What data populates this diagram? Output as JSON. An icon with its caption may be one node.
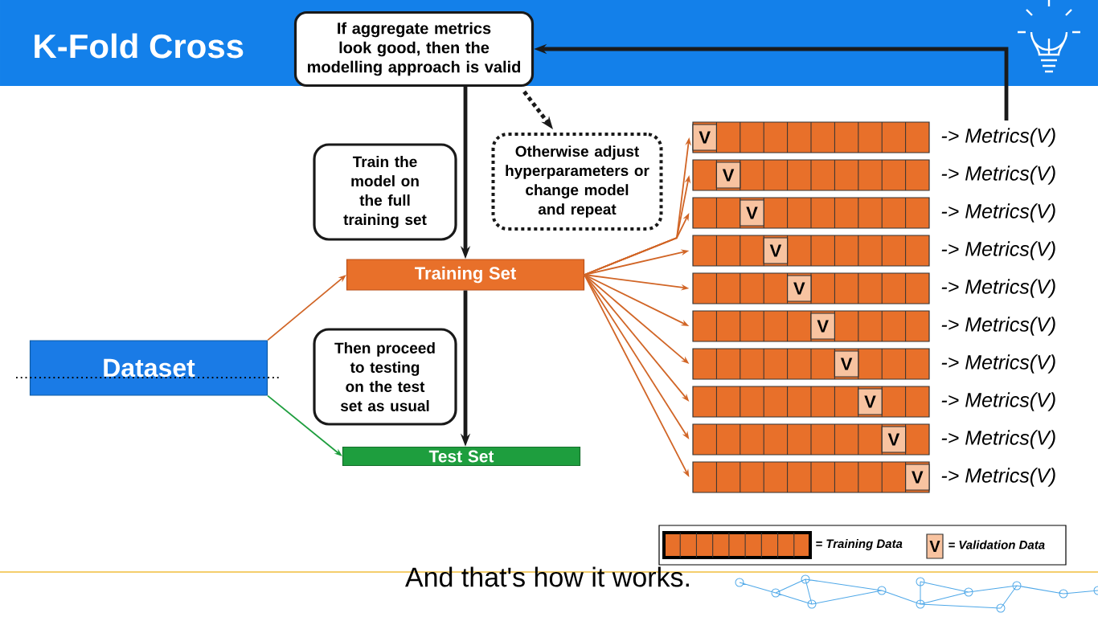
{
  "diagram": {
    "title": "K-Fold Cross",
    "nodes": [
      {
        "text": [
          "If aggregate metrics look good, then the modelling approach is valid"
        ]
      },
      {
        "text": [
          "Otherwise adjust hyperparameters or change model and repeat"
        ]
      },
      {
        "text": [
          "Train the model on the full training set"
        ]
      },
      {
        "text": [
          "Training Set"
        ]
      },
      {
        "text": [
          "Then proceed to testing on the test set as usual"
        ]
      },
      {
        "text": [
          "Dataset"
        ]
      },
      {
        "text": [
          "Test Set"
        ]
      },
      {
        "text": [
          "V"
        ],
        "beside": [
          "-> Metrics(V)"
        ]
      },
      {
        "text": [
          "V"
        ],
        "beside": [
          "-> Metrics(V)"
        ]
      },
      {
        "text": [
          "V"
        ],
        "beside": [
          "-> Metrics(V)"
        ]
      },
      {
        "text": [
          "V"
        ],
        "beside": [
          "-> Metrics(V)"
        ]
      },
      {
        "text": [
          "V"
        ],
        "beside": [
          "-> Metrics(V)"
        ]
      },
      {
        "text": [
          "V"
        ],
        "beside": [
          "-> Metrics(V)"
        ]
      },
      {
        "text": [
          "V"
        ],
        "beside": [
          "-> Metrics(V)"
        ]
      },
      {
        "text": [
          "V"
        ],
        "beside": [
          "-> Metrics(V)"
        ]
      },
      {
        "text": [
          "V"
        ],
        "beside": [
          "-> Metrics(V)"
        ]
      },
      {
        "text": [
          "V"
        ],
        "beside": [
          "-> Metrics(V)"
        ]
      }
    ],
    "edges": [
      {
        "from": 5,
        "to": 3,
        "arrow": "to"
      },
      {
        "from": 5,
        "to": 6,
        "arrow": "to",
        "color": "#1e9e3e"
      },
      {
        "from": 3,
        "to": 7,
        "arrow": "to"
      },
      {
        "from": 3,
        "to": 8,
        "arrow": "to"
      },
      {
        "from": 3,
        "to": 9,
        "arrow": "to"
      },
      {
        "from": 3,
        "to": 10,
        "arrow": "to"
      },
      {
        "from": 3,
        "to": 11,
        "arrow": "to"
      },
      {
        "from": 3,
        "to": 12,
        "arrow": "to"
      },
      {
        "from": 3,
        "to": 13,
        "arrow": "to"
      },
      {
        "from": 3,
        "to": 14,
        "arrow": "to"
      },
      {
        "from": 3,
        "to": 15,
        "arrow": "to"
      },
      {
        "from": 3,
        "to": 16,
        "arrow": "to"
      },
      {
        "from": 0,
        "to": 3,
        "arrow": "to",
        "style": "thick",
        "color": "#1a1a1a"
      },
      {
        "from": 3,
        "to": 6,
        "arrow": "to",
        "style": "thick",
        "color": "#1a1a1a"
      },
      {
        "from": 0,
        "to": 1,
        "arrow": "to",
        "style": "dashed",
        "color": "#1a1a1a"
      },
      {
        "from": 7,
        "to": 0,
        "arrow": "to",
        "style": "thick",
        "color": "#1a1a1a"
      }
    ],
    "labels": [
      "V",
      "And that's how it works."
    ],
    "legend": [
      {
        "text": "= Training Data"
      },
      {
        "text": "= Validation Data"
      }
    ]
  }
}
